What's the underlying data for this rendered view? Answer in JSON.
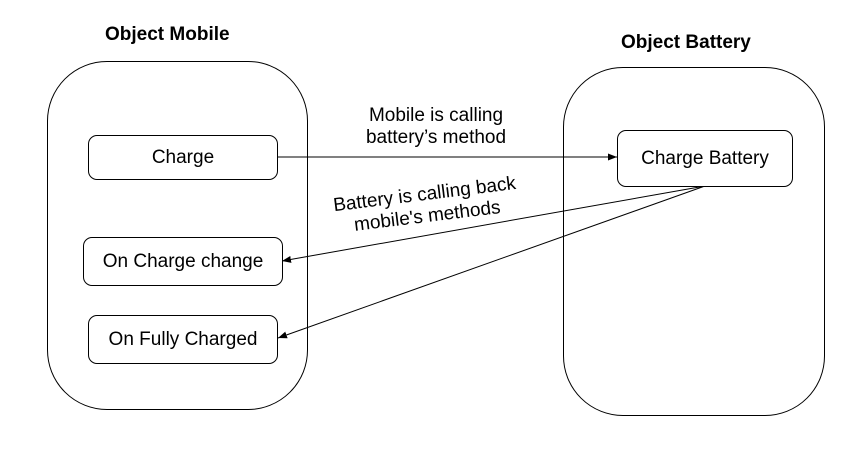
{
  "mobile": {
    "title": "Object Mobile",
    "methods": {
      "charge": "Charge",
      "on_charge_change": "On Charge change",
      "on_fully_charged": "On Fully Charged"
    }
  },
  "battery": {
    "title": "Object Battery",
    "methods": {
      "charge_battery": "Charge Battery"
    }
  },
  "edges": {
    "call_label": [
      "Mobile is calling",
      "battery’s method"
    ],
    "callback_label": [
      "Battery is calling back",
      "mobile's methods"
    ]
  }
}
